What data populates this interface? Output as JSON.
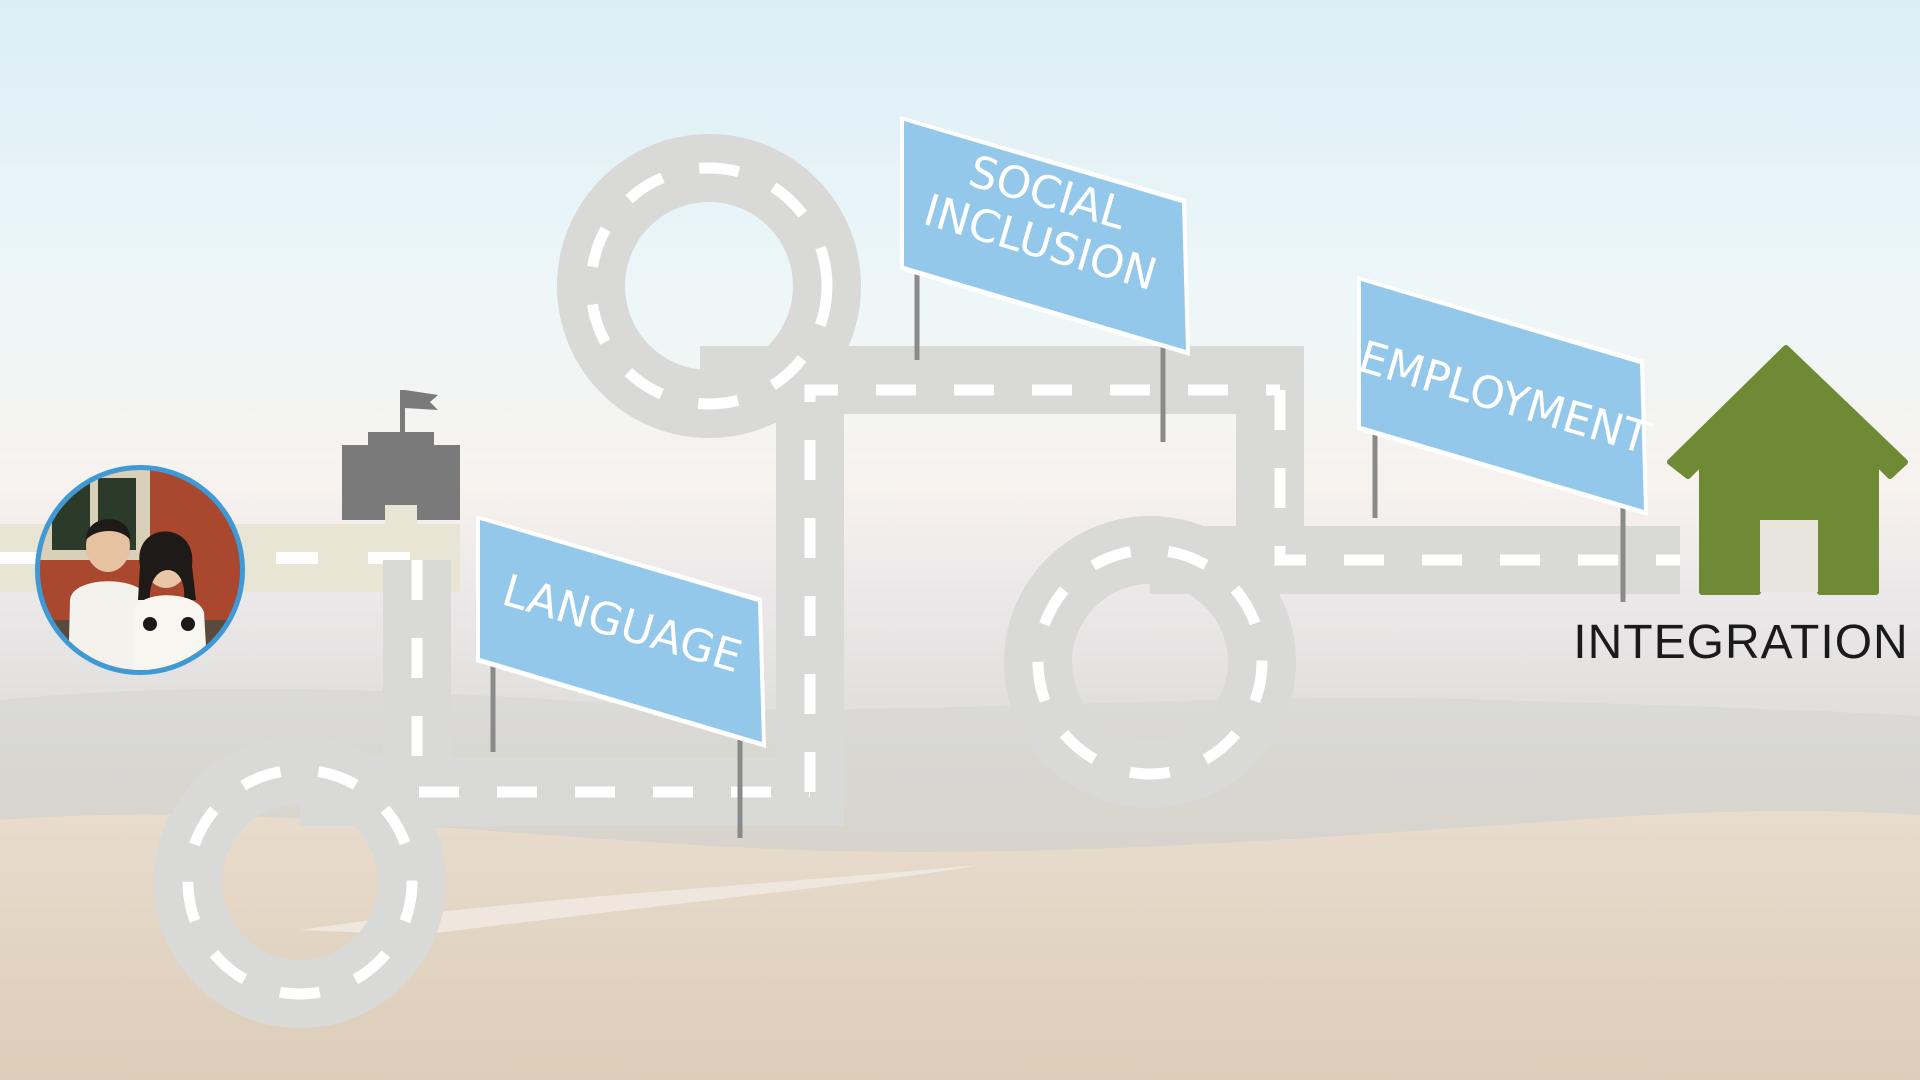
{
  "diagram": {
    "signs": [
      {
        "lines": [
          "LANGUAGE"
        ]
      },
      {
        "lines": [
          "SOCIAL",
          "INCLUSION"
        ]
      },
      {
        "lines": [
          "EMPLOYMENT"
        ]
      }
    ],
    "goal_label": "INTEGRATION",
    "colors": {
      "road": "#d9d9d7",
      "road_start": "#e8e5d4",
      "dash": "#ffffff",
      "sign": "#94c8ea",
      "house": "#6e8a35",
      "castle": "#7a7a7a",
      "photo_ring": "#3e9ad6"
    },
    "icons": [
      "castle-flag-icon",
      "house-icon",
      "couple-photo"
    ]
  }
}
